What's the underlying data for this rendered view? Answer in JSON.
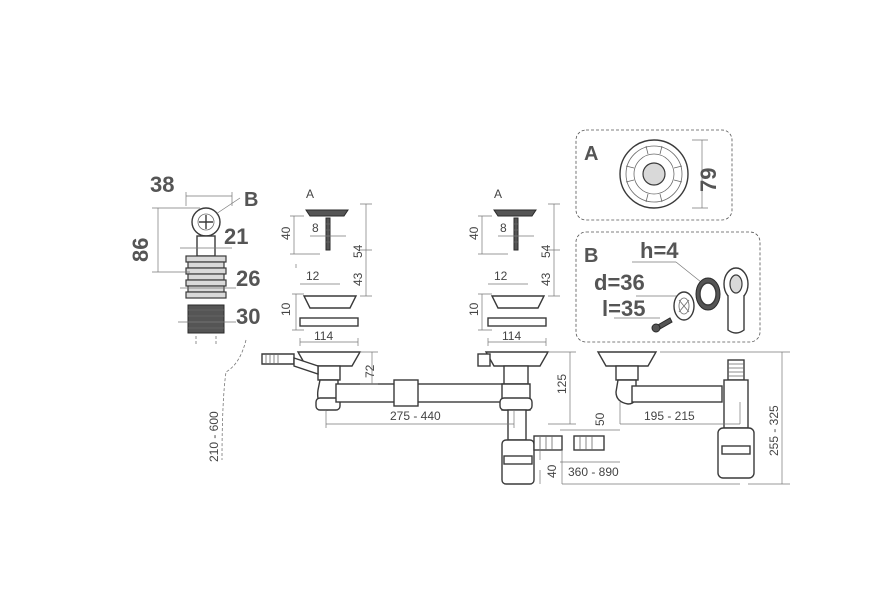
{
  "labels": {
    "a_left": "A",
    "a_right": "A",
    "box_a_title": "A",
    "box_b_title": "B",
    "detail_b": "B",
    "h_param": "h=4",
    "d_param": "d=36",
    "l_param": "l=35"
  },
  "dimensions": {
    "d38": "38",
    "d86": "86",
    "d21": "21",
    "d26": "26",
    "d30": "30",
    "d79": "79",
    "l40": "40",
    "l8": "8",
    "l54": "54",
    "l12": "12",
    "l43": "43",
    "l10": "10",
    "l114": "114",
    "r40": "40",
    "r8": "8",
    "r54": "54",
    "r12": "12",
    "r43": "43",
    "r10": "10",
    "r114": "114",
    "d72": "72",
    "d125": "125",
    "d50": "50",
    "d40": "40",
    "span_275_440": "275 - 440",
    "span_360_890": "360 - 890",
    "span_195_215": "195 - 215",
    "span_255_325": "255 - 325",
    "hose_210_600": "210 - 600"
  }
}
